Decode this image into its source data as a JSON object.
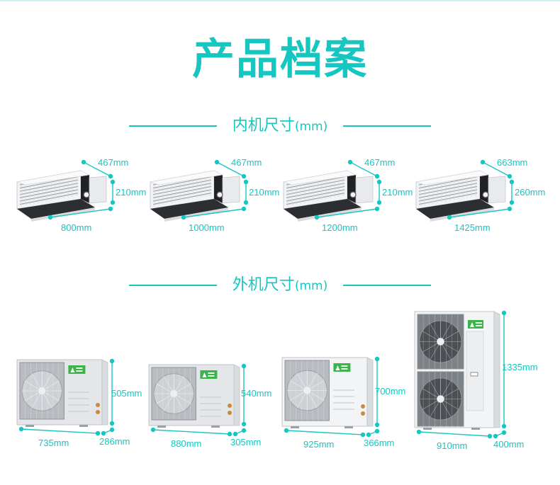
{
  "page": {
    "title": "产品档案",
    "accent_color": "#16c6c0"
  },
  "indoor": {
    "heading": "内机尺寸",
    "heading_unit": "(mm)",
    "units": [
      {
        "depth": "467mm",
        "height": "210mm",
        "width": "800mm"
      },
      {
        "depth": "467mm",
        "height": "210mm",
        "width": "1000mm"
      },
      {
        "depth": "467mm",
        "height": "210mm",
        "width": "1200mm"
      },
      {
        "depth": "663mm",
        "height": "260mm",
        "width": "1425mm"
      }
    ]
  },
  "outdoor": {
    "heading": "外机尺寸",
    "heading_unit": "(mm)",
    "units": [
      {
        "height": "505mm",
        "width": "735mm",
        "depth": "286mm"
      },
      {
        "height": "540mm",
        "width": "880mm",
        "depth": "305mm"
      },
      {
        "height": "700mm",
        "width": "925mm",
        "depth": "366mm"
      },
      {
        "height": "1335mm",
        "width": "910mm",
        "depth": "400mm"
      }
    ]
  }
}
